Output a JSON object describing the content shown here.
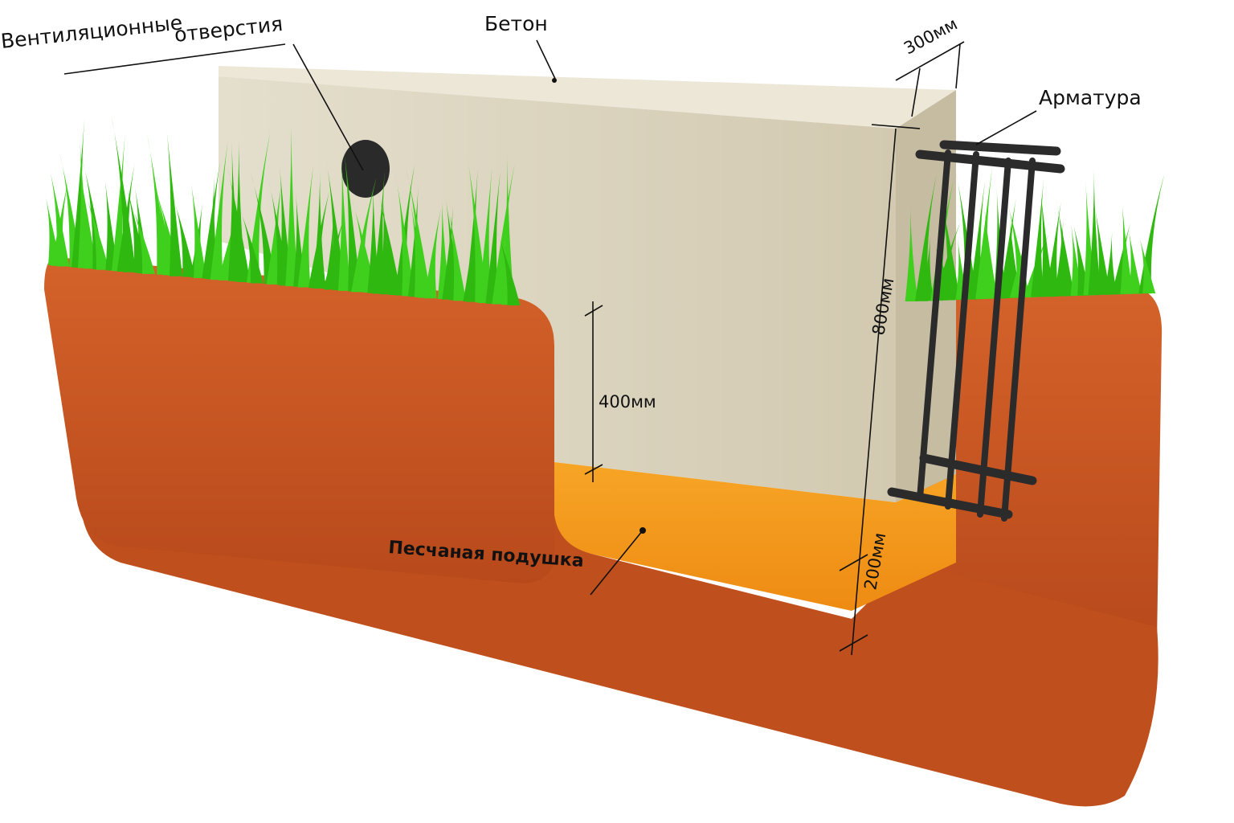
{
  "labels": {
    "vent_line1": "Вентиляционные",
    "vent_line2": "отверстия",
    "concrete": "Бетон",
    "rebar": "Арматура",
    "sand": "Песчаная подушка"
  },
  "dimensions": {
    "width": "300мм",
    "height_total": "800мм",
    "height_above": "400мм",
    "sand_thickness": "200мм"
  },
  "colors": {
    "soil": "#c9561f",
    "soil_dark": "#a8431a",
    "concrete": "#ddd6c2",
    "concrete_top": "#e8e2d1",
    "sand": "#f39a1c",
    "grass": "#3fcf1d",
    "rebar": "#2b2b2b"
  }
}
